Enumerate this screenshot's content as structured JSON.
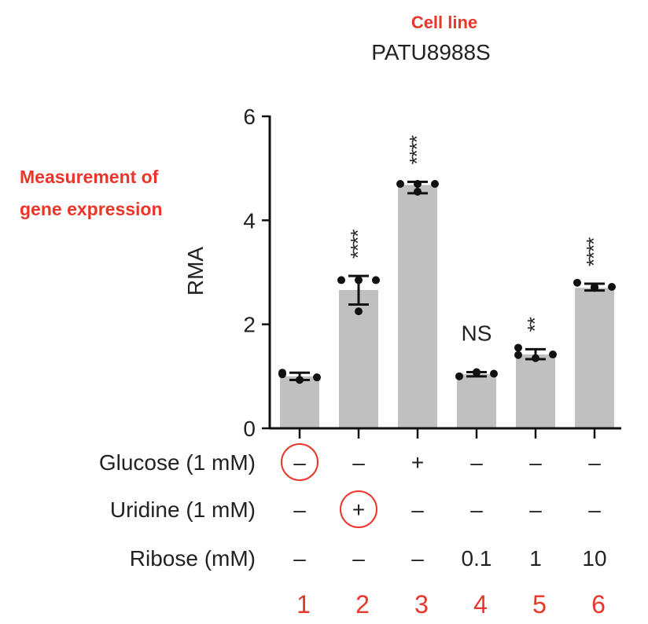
{
  "chart_data": {
    "type": "bar",
    "title": "PATU8988S",
    "annotation_title": "Cell line",
    "annotation_ylabel": [
      "Measurement of",
      "gene expression"
    ],
    "ylabel": "RMA",
    "ylim": [
      0,
      6
    ],
    "yticks": [
      "0",
      "2",
      "4",
      "6"
    ],
    "ytick_values": [
      0,
      2,
      4,
      6
    ],
    "categories": [
      "1",
      "2",
      "3",
      "4",
      "5",
      "6"
    ],
    "values": [
      1.0,
      2.66,
      4.68,
      1.04,
      1.42,
      2.7
    ],
    "error_low": [
      0.93,
      2.38,
      4.52,
      1.0,
      1.33,
      2.65
    ],
    "error_high": [
      1.07,
      2.93,
      4.74,
      1.08,
      1.52,
      2.78
    ],
    "points": [
      [
        1.07,
        0.93,
        0.98,
        1.04
      ],
      [
        2.85,
        2.85,
        2.85,
        2.25
      ],
      [
        4.7,
        4.7,
        4.7,
        4.55
      ],
      [
        1.0,
        1.07,
        1.05,
        1.08
      ],
      [
        1.55,
        1.35,
        1.42,
        1.41
      ],
      [
        2.8,
        2.7,
        2.72,
        2.72
      ]
    ],
    "significance": [
      "",
      "****",
      "****",
      "NS",
      "**",
      "****"
    ],
    "conditions": [
      {
        "label": "Glucose (1 mM)",
        "values": [
          "–",
          "–",
          "+",
          "–",
          "–",
          "–"
        ],
        "circled": 0
      },
      {
        "label": "Uridine (1 mM)",
        "values": [
          "–",
          "+",
          "–",
          "–",
          "–",
          "–"
        ],
        "circled": 1
      },
      {
        "label": "Ribose (mM)",
        "values": [
          "–",
          "–",
          "–",
          "0.1",
          "1",
          "10"
        ],
        "circled": -1
      }
    ],
    "colors": {
      "bar": "#c0c0c0",
      "axis": "#111111",
      "annotation": "#e8372a"
    },
    "grid": false
  }
}
